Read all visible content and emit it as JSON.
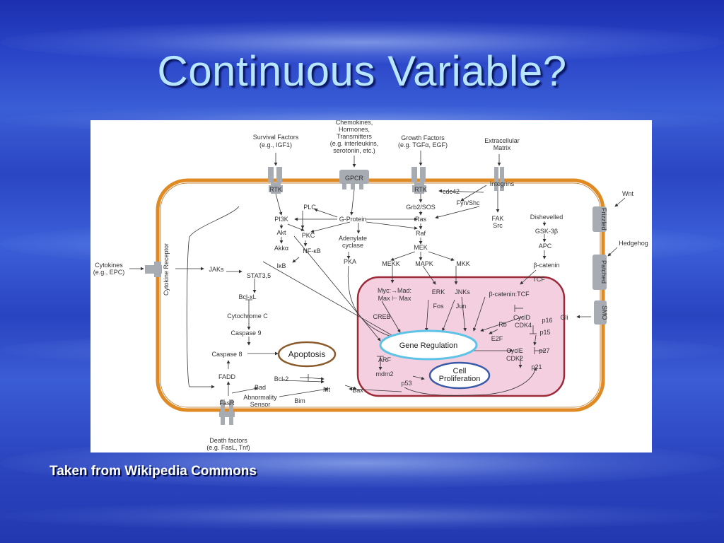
{
  "slide": {
    "title": "Continuous Variable?",
    "caption": "Taken from  Wikipedia Commons"
  },
  "diagram": {
    "inputs": {
      "survival": [
        "Survival Factors",
        "(e.g., IGF1)"
      ],
      "chemokines": [
        "Chemokines,",
        "Hormones,",
        "Transmitters",
        "(e.g. interleukins,",
        "serotonin, etc.)"
      ],
      "growth": [
        "Growth Factors",
        "(e.g. TGFα, EGF)"
      ],
      "ecm": [
        "Extracellular",
        "Matrix"
      ],
      "wnt": "Wnt",
      "hedgehog": "Hedgehog",
      "cytokines": [
        "Cytokines",
        "(e.g., EPC)"
      ],
      "death": [
        "Death factors",
        "(e.g. FasL, Tnf)"
      ]
    },
    "receptors": {
      "rtk1": "RTK",
      "gpcr": "GPCR",
      "rtk2": "RTK",
      "integrins": "Integrins",
      "frizzled": "Frizzled",
      "patched": "Patched",
      "smo": "SMO",
      "cytokine_receptor": "Cytokine Receptor",
      "fasr": "FasR"
    },
    "nodes": {
      "cdc42": "cdc42",
      "fyn_shc": "Fyn/Shc",
      "plc": "PLC",
      "g_protein": "G-Protein",
      "grb2_sos": "Grb2/SOS",
      "pi3k": "PI3K",
      "ras": "Ras",
      "fak": "FAK",
      "src": "Src",
      "dishevelled": "Dishevelled",
      "akt": "Akt",
      "pkc": "PKC",
      "adenylate": [
        "Adenylate",
        "cyclase"
      ],
      "raf": "Raf",
      "gsk3b": "GSK-3β",
      "akka": "Akkα",
      "nfkb": "NF-κB",
      "mek": "MEK",
      "apc": "APC",
      "ikb": "IκB",
      "pka": "PKA",
      "mekk": "MEKK",
      "mapk": "MAPK",
      "mkk": "MKK",
      "bcatenin": "β-catenin",
      "jaks": "JAKs",
      "stat": "STAT3,5",
      "tcf": "TCF",
      "bclxl": "Bcl-xL",
      "myc": "Myc:→Mad:",
      "max": "Max ⊢ Max",
      "erk": "ERK",
      "fos": "Fos",
      "jnks": "JNKs",
      "jun": "Jun",
      "bcat_tcf": "β-catenin:TCF",
      "cytc": "Cytochrome C",
      "creb": "CREB",
      "cycd": "CyclD",
      "p16": "p16",
      "gli": "Gli",
      "rb": "Rb",
      "cdk4": "CDK4",
      "p15": "p15",
      "caspase9": "Caspase 9",
      "e2f": "E2F",
      "gene_regulation": "Gene Regulation",
      "caspase8": "Caspase 8",
      "apoptosis": "Apoptosis",
      "cycle": "CyclE",
      "p27": "p27",
      "arf": "ARF",
      "cdk2": "CDK2",
      "fadd": "FADD",
      "cell_proliferation": [
        "Cell",
        "Proliferation"
      ],
      "p21": "p21",
      "bcl2": "Bcl-2",
      "mdm2": "mdm2",
      "p53": "p53",
      "bad": "Bad",
      "mt": "Mt",
      "bax": "Bax",
      "abnormality": [
        "Abnormality",
        "Sensor"
      ],
      "bim": "Bim"
    },
    "colors": {
      "cell_membrane": "#e08a24",
      "nucleus_fill": "#f3cfe0",
      "nucleus_border": "#9c2a38",
      "gene_regulation_border": "#5ec3e6",
      "apoptosis_border": "#8a5a2a",
      "proliferation_border": "#3a5aa8",
      "receptor": "#a7acb3"
    }
  }
}
